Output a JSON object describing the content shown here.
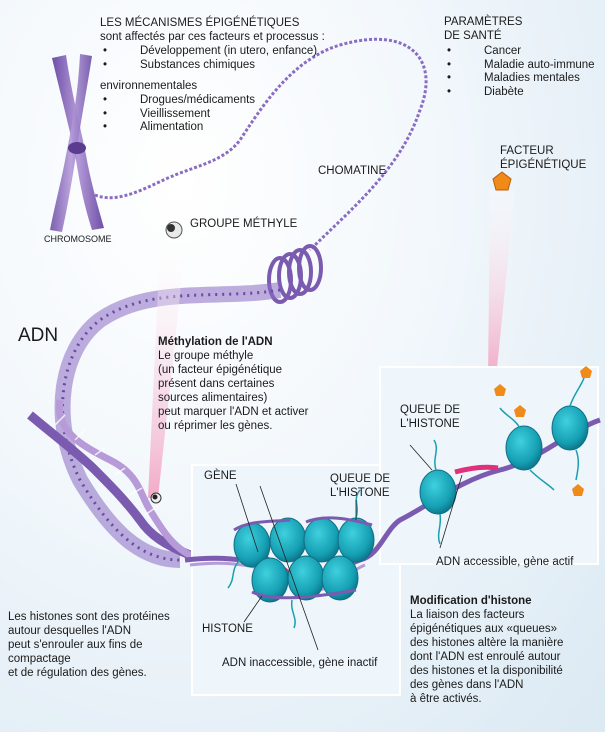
{
  "mechanisms": {
    "title": "LES MÉCANISMES ÉPIGÉNÉTIQUES",
    "subtitle": "sont affectés par ces facteurs et processus :",
    "items": [
      "Développement (in utero, enfance)",
      "Substances chimiques",
      "Drogues/médicaments",
      "Vieillissement",
      "Alimentation"
    ],
    "continuation": "environnementales"
  },
  "health": {
    "title_line1": "PARAMÈTRES",
    "title_line2": "DE SANTÉ",
    "items": [
      "Cancer",
      "Maladie auto-immune",
      "Maladies mentales",
      "Diabète"
    ]
  },
  "labels": {
    "chromosome": "CHROMOSOME",
    "chromatine": "CHOMATINE",
    "methyl_group": "GROUPE MÉTHYLE",
    "epigenetic_factor_line1": "FACTEUR",
    "epigenetic_factor_line2": "ÉPIGÉNÉTIQUE",
    "adn": "ADN",
    "gene": "GÈNE",
    "histone_tail_1_line1": "QUEUE DE",
    "histone_tail_1_line2": "L'HISTONE",
    "histone_tail_2_line1": "QUEUE DE",
    "histone_tail_2_line2": "L'HISTONE",
    "histone": "HISTONE",
    "adn_inaccessible": "ADN inaccessible, gène inactif",
    "adn_accessible": "ADN accessible, gène actif"
  },
  "methylation": {
    "title": "Méthylation de l'ADN",
    "lines": [
      "Le groupe méthyle",
      "(un facteur épigénétique",
      "présent dans certaines",
      "sources alimentaires)",
      "peut marquer l'ADN et activer",
      "ou réprimer les gènes."
    ]
  },
  "histones_note": {
    "lines": [
      "Les histones sont des protéines",
      "autour desquelles l'ADN",
      "peut s'enrouler aux fins de",
      "compactage",
      "et de régulation des gènes."
    ]
  },
  "histone_mod": {
    "title": "Modification d'histone",
    "lines": [
      "La liaison des facteurs",
      "épigénétiques aux «queues»",
      "des histones altère la manière",
      "dont l'ADN est enroulé autour",
      "des histones et la disponibilité",
      "des gènes dans l'ADN",
      "à être activés."
    ]
  },
  "colors": {
    "dna": "#7b5bb0",
    "dna_light": "#b79ad8",
    "histone": "#1aa7b7",
    "histone_dark": "#0f6f86",
    "gene": "#e0307a",
    "factor": "#f08a18",
    "arrow": "#f5b8cf"
  }
}
